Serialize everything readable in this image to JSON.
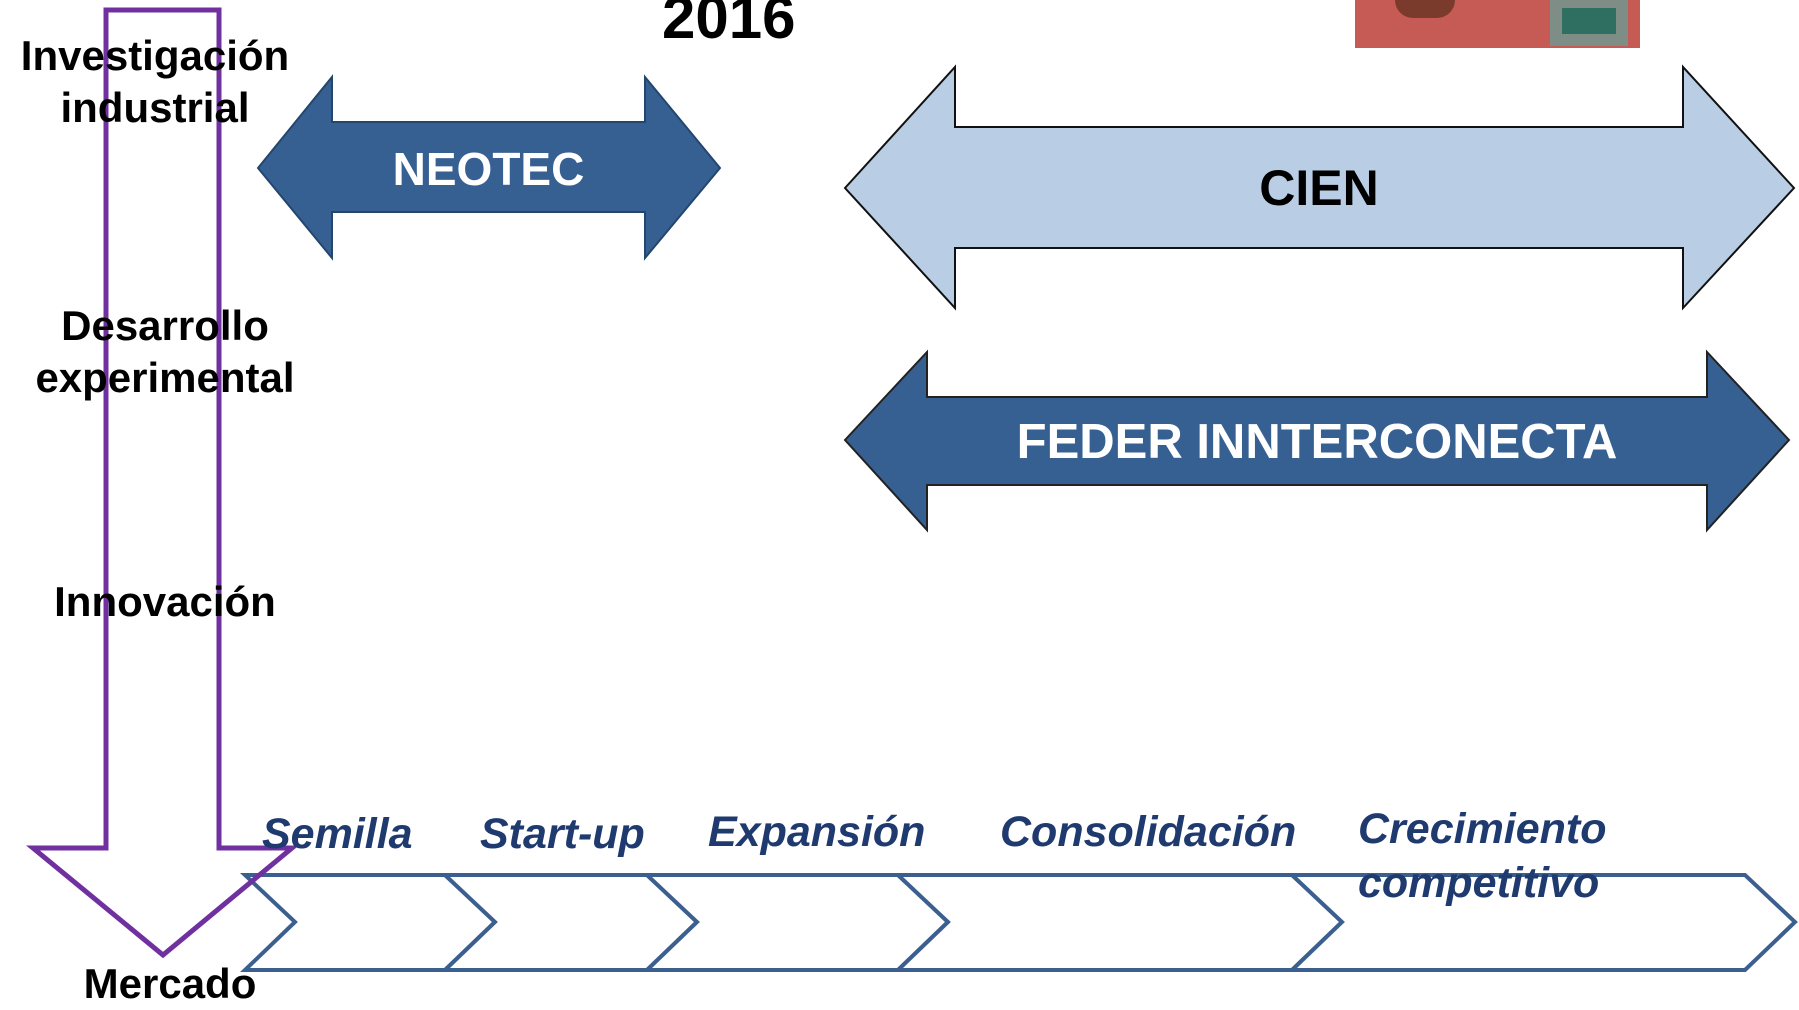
{
  "title": "2016",
  "programs": {
    "neotec": "NEOTEC",
    "cien": "CIEN",
    "feder": "FEDER INNTERCONECTA"
  },
  "vertical_axis": {
    "research": [
      "Investigación",
      "industrial"
    ],
    "development": [
      "Desarrollo",
      "experimental"
    ],
    "innovation": "Innovación",
    "market": "Mercado"
  },
  "stages": {
    "seed": "Semilla",
    "startup": "Start-up",
    "expansion": "Expansión",
    "consolidation": "Consolidación",
    "growth": [
      "Crecimiento",
      "competitivo"
    ]
  },
  "colors": {
    "dark_blue": "#376092",
    "light_blue": "#b9cde5",
    "purple": "#7030a0",
    "stage_outline": "#3b5f8f",
    "stage_text": "#1f3a6e"
  }
}
